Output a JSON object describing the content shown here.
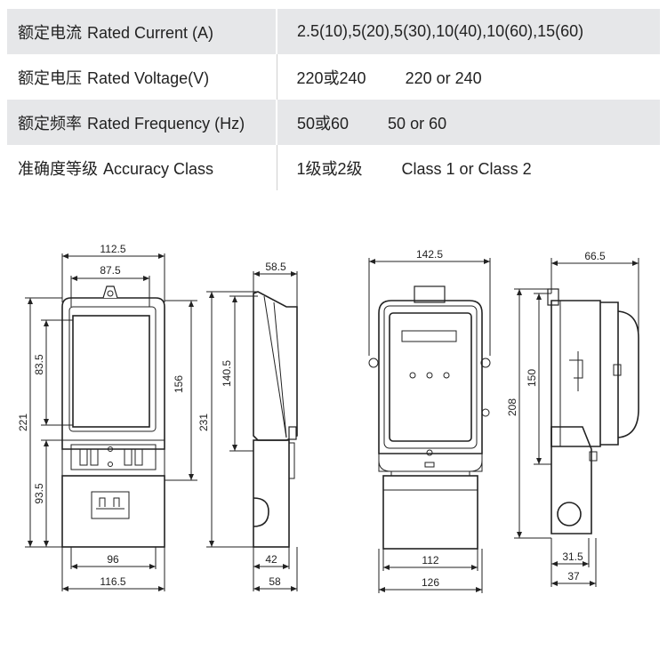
{
  "specs": [
    {
      "label_cn": "额定电流",
      "label_en": "Rated Current (A)",
      "value": "2.5(10),5(20),5(30),10(40),10(60),15(60)",
      "value_en": ""
    },
    {
      "label_cn": "额定电压",
      "label_en": "Rated Voltage(V)",
      "value": "220或240",
      "value_en": "220 or 240"
    },
    {
      "label_cn": "额定频率",
      "label_en": "Rated Frequency (Hz)",
      "value": "50或60",
      "value_en": "50 or 60"
    },
    {
      "label_cn": "准确度等级",
      "label_en": "Accuracy Class",
      "value": "1级或2级",
      "value_en": "Class 1 or Class 2"
    }
  ],
  "drawings": {
    "front1": {
      "top_outer": "112.5",
      "top_inner": "87.5",
      "left_total": "221",
      "left_upper": "83.5",
      "left_lower": "93.5",
      "right": "156",
      "bottom_inner": "96",
      "bottom_outer": "116.5"
    },
    "side1": {
      "top": "58.5",
      "left_total": "231",
      "left_upper": "140.5",
      "bottom_inner": "42",
      "bottom_outer": "58"
    },
    "front2": {
      "top": "142.5",
      "bottom_inner": "112",
      "bottom_outer": "126"
    },
    "side2": {
      "top": "66.5",
      "left_total": "208",
      "left_inner": "150",
      "bottom_inner": "31.5",
      "bottom_outer": "37"
    }
  }
}
